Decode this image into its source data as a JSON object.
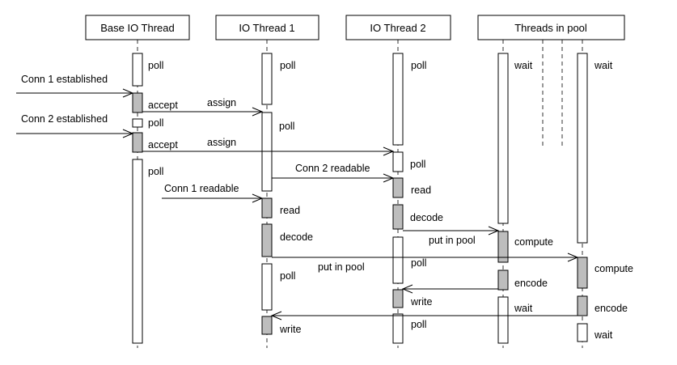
{
  "headers": {
    "base_io": "Base IO Thread",
    "io1": "IO Thread 1",
    "io2": "IO Thread 2",
    "pool": "Threads in pool"
  },
  "labels": {
    "base_poll1": "poll",
    "conn1_established": "Conn 1 established",
    "base_accept1": "accept",
    "assign1": "assign",
    "conn2_established": "Conn 2 established",
    "base_poll2": "poll",
    "base_accept2": "accept",
    "assign2": "assign",
    "base_poll3": "poll",
    "io1_poll1": "poll",
    "io1_poll2": "poll",
    "conn1_readable": "Conn 1 readable",
    "io1_read": "read",
    "io1_decode": "decode",
    "put_in_pool_1": "put in pool",
    "io1_poll3": "poll",
    "io1_write": "write",
    "io2_poll1": "poll",
    "conn2_readable": "Conn 2 readable",
    "io2_poll2": "poll",
    "io2_read": "read",
    "io2_decode": "decode",
    "put_in_pool_2": "put in pool",
    "io2_poll3": "poll",
    "io2_write": "write",
    "io2_poll4": "poll",
    "pool1_wait1": "wait",
    "pool1_compute": "compute",
    "pool1_encode": "encode",
    "pool1_wait2": "wait",
    "pool2_wait1": "wait",
    "pool2_compute": "compute",
    "pool2_encode": "encode",
    "pool2_wait2": "wait"
  },
  "colors": {
    "busy_fill": "#bdbdbd",
    "idle_fill": "#ffffff",
    "line": "#000000"
  }
}
